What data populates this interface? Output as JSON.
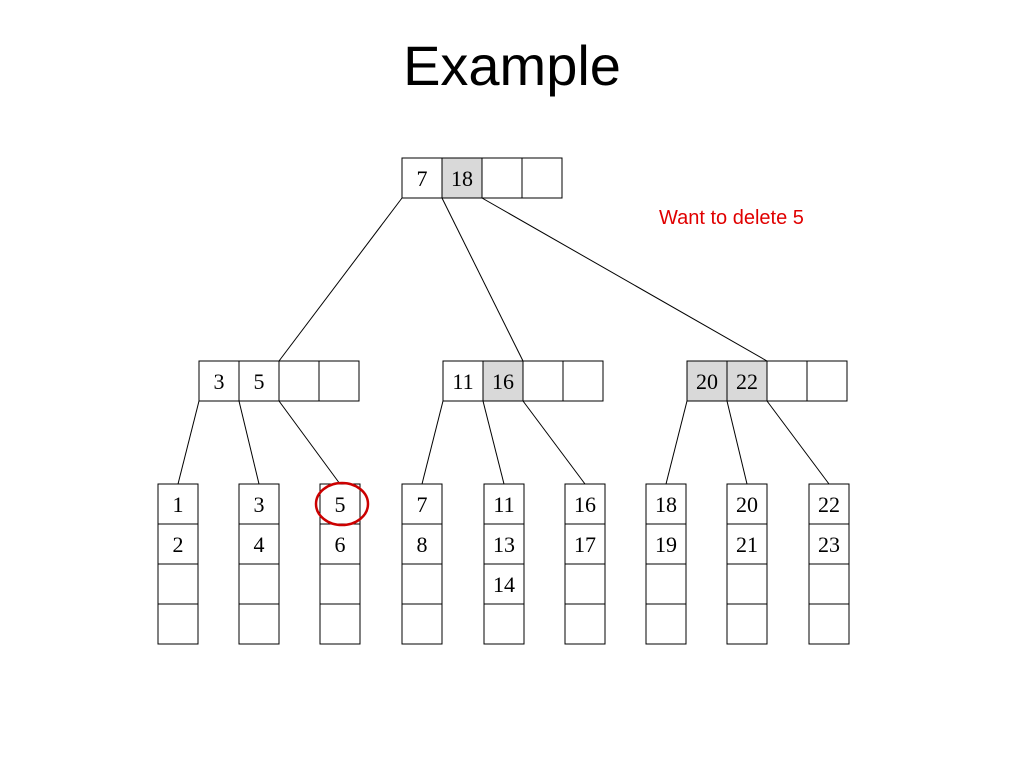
{
  "slide": {
    "title": "Example"
  },
  "annotation": {
    "text": "Want to delete 5",
    "color": "#e00000"
  },
  "colors": {
    "highlight_fill": "#d9d9d9",
    "cell_stroke": "#000000",
    "marker": "#cc0000"
  },
  "tree": {
    "root": {
      "keys": [
        "7",
        "18",
        "",
        ""
      ],
      "highlighted": [
        1
      ]
    },
    "internal": [
      {
        "keys": [
          "3",
          "5",
          "",
          ""
        ],
        "highlighted": []
      },
      {
        "keys": [
          "11",
          "16",
          "",
          ""
        ],
        "highlighted": [
          1
        ]
      },
      {
        "keys": [
          "20",
          "22",
          "",
          ""
        ],
        "highlighted": [
          0,
          1
        ]
      }
    ],
    "leaves": [
      {
        "keys": [
          "1",
          "2",
          "",
          ""
        ]
      },
      {
        "keys": [
          "3",
          "4",
          "",
          ""
        ]
      },
      {
        "keys": [
          "5",
          "6",
          "",
          ""
        ],
        "circled": 0
      },
      {
        "keys": [
          "7",
          "8",
          "",
          ""
        ]
      },
      {
        "keys": [
          "11",
          "13",
          "14",
          ""
        ]
      },
      {
        "keys": [
          "16",
          "17",
          "",
          ""
        ]
      },
      {
        "keys": [
          "18",
          "19",
          "",
          ""
        ]
      },
      {
        "keys": [
          "20",
          "21",
          "",
          ""
        ]
      },
      {
        "keys": [
          "22",
          "23",
          "",
          ""
        ]
      }
    ]
  }
}
